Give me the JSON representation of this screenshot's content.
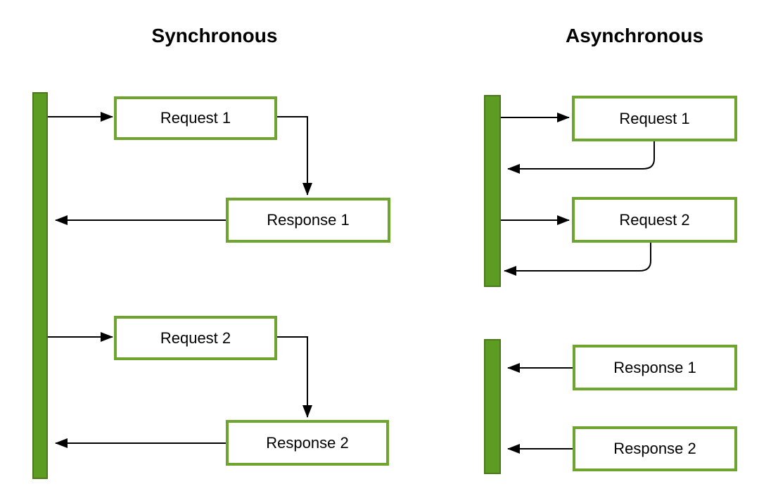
{
  "diagram": {
    "sections": {
      "synchronous": {
        "title": "Synchronous",
        "boxes": [
          {
            "label": "Request 1"
          },
          {
            "label": "Response 1"
          },
          {
            "label": "Request 2"
          },
          {
            "label": "Response 2"
          }
        ]
      },
      "asynchronous": {
        "title": "Asynchronous",
        "boxes": [
          {
            "label": "Request 1"
          },
          {
            "label": "Request 2"
          },
          {
            "label": "Response 1"
          },
          {
            "label": "Response 2"
          }
        ]
      }
    },
    "colors": {
      "bar_fill": "#5d9c22",
      "bar_border": "#49791b",
      "box_border": "#6da52f",
      "box_fill": "#ffffff",
      "arrow_color": "#000000",
      "text_color": "#000000",
      "bg_color": "#ffffff"
    }
  }
}
